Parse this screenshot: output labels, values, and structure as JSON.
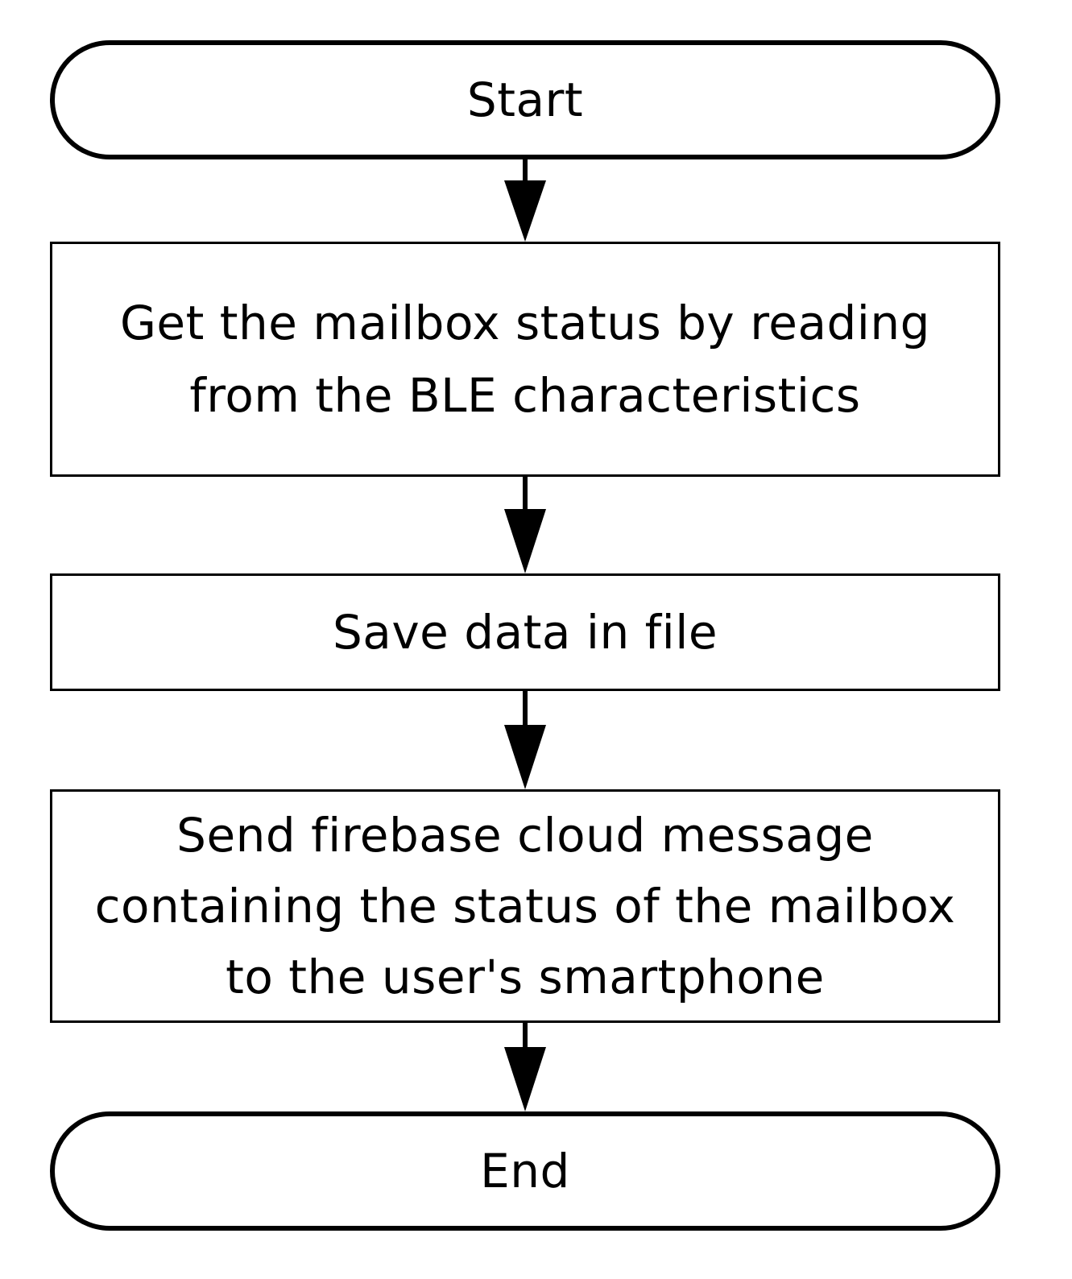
{
  "flowchart": {
    "start": "Start",
    "step1": {
      "line1": "Get the mailbox status by reading",
      "line2": "from the BLE characteristics"
    },
    "step2": "Save data in file",
    "step3": {
      "line1": "Send firebase cloud message",
      "line2": "containing the status of the mailbox",
      "line3": "to the user's smartphone"
    },
    "end": "End"
  }
}
